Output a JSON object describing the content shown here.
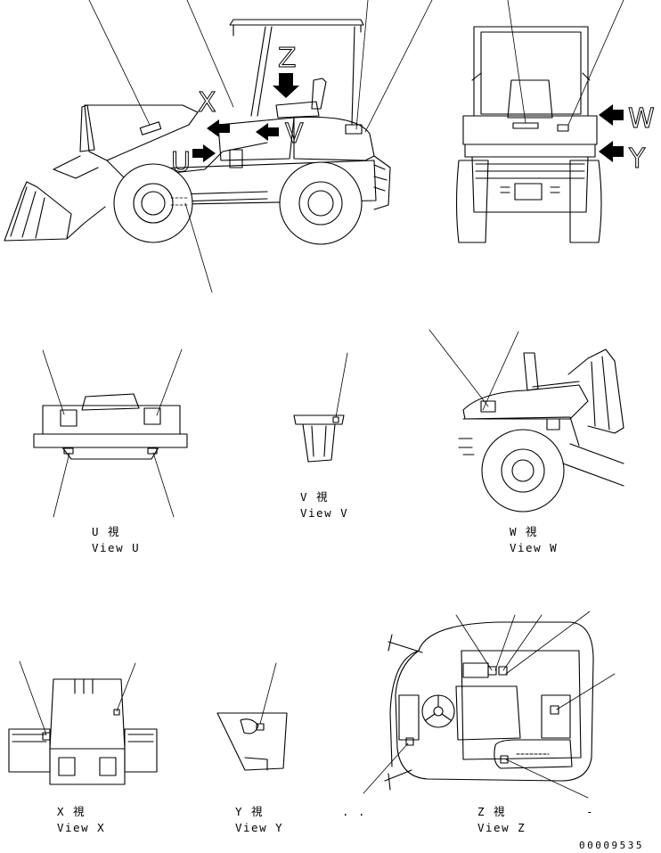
{
  "view_letters": {
    "z": "Z",
    "x": "X",
    "u": "U",
    "v": "V",
    "w": "W",
    "y": "Y"
  },
  "captions": {
    "view_u": {
      "jp": "U 視",
      "en": "View U"
    },
    "view_v": {
      "jp": "V 視",
      "en": "View V"
    },
    "view_w": {
      "jp": "W 視",
      "en": "View W"
    },
    "view_x": {
      "jp": "X 視",
      "en": "View X"
    },
    "view_y": {
      "jp": "Y 視",
      "en": "View Y"
    },
    "view_z": {
      "jp": "Z 視",
      "en": "View Z"
    }
  },
  "drawing_number": "00009535",
  "stray_marks": {
    "dots": ". .",
    "dash": "-"
  }
}
